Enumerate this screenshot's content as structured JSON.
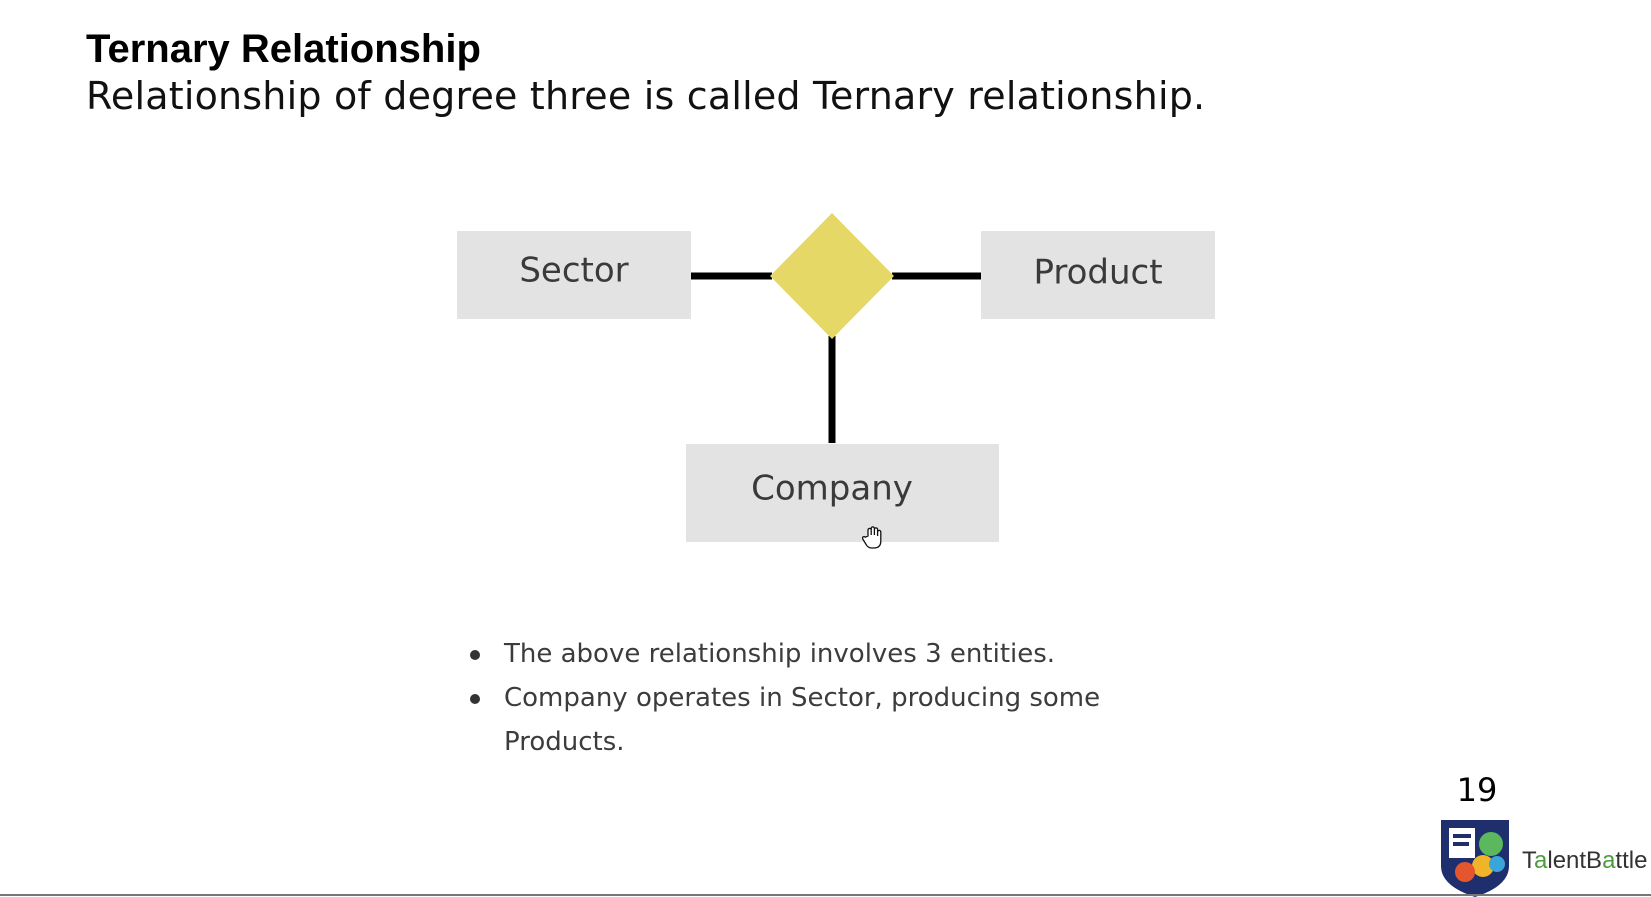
{
  "slide": {
    "title": "Ternary Relationship",
    "subtitle": "Relationship of degree three is called Ternary relationship.",
    "page_number": "19"
  },
  "diagram": {
    "entities": {
      "sector": "Sector",
      "product": "Product",
      "company": "Company"
    },
    "colors": {
      "entity_fill": "#e3e3e3",
      "relationship_fill": "#e6d867",
      "connector": "#000000"
    }
  },
  "bullets": [
    "The above relationship involves 3 entities.",
    "Company operates in Sector, producing some Products."
  ],
  "logo": {
    "text_part1": "T",
    "text_accent1": "a",
    "text_part2": "lentB",
    "text_accent2": "a",
    "text_part3": "ttle"
  }
}
